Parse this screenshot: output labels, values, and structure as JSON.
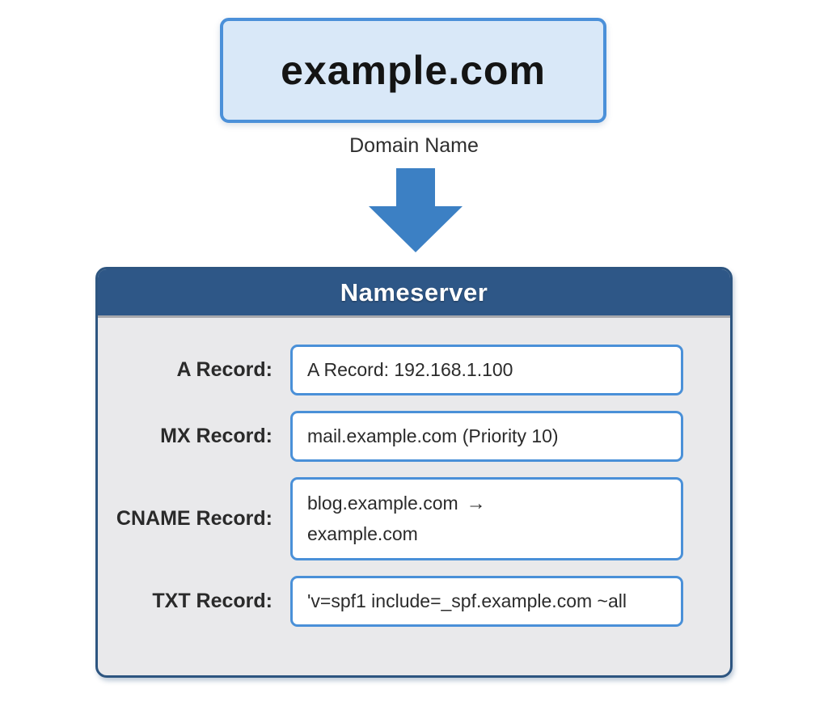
{
  "domain": {
    "name": "example.com",
    "caption": "Domain Name"
  },
  "nameserver": {
    "title": "Nameserver",
    "records": [
      {
        "id": "a-record",
        "label": "A Record:",
        "value": "A Record: 192.168.1.100"
      },
      {
        "id": "mx-record",
        "label": "MX Record:",
        "value": "mail.example.com (Priority 10)"
      },
      {
        "id": "cname-record",
        "label": "CNAME Record:",
        "value_from": "blog.example.com",
        "arrow_glyph": "→",
        "value_to": "example.com"
      },
      {
        "id": "txt-record",
        "label": "TXT Record:",
        "value": "'v=spf1 include=_spf.example.com ~all"
      }
    ]
  },
  "colors": {
    "box_fill": "#d9e8f8",
    "box_border": "#4b90d9",
    "arrow": "#3c80c4",
    "header_bg": "#2e5787",
    "panel_border": "#2d5580",
    "panel_body": "#e9e9eb",
    "field_border": "#4a90d8",
    "text_dark": "#262626"
  }
}
